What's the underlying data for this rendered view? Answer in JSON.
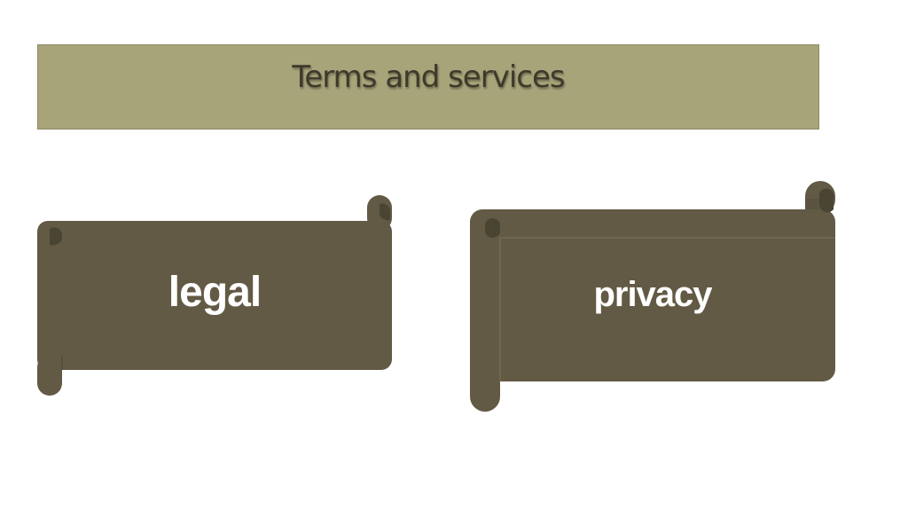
{
  "header": {
    "title": "Terms and services"
  },
  "scrolls": {
    "legal": {
      "label": "legal"
    },
    "privacy": {
      "label": "privacy"
    }
  },
  "colors": {
    "title_bar": "#a8a47a",
    "scroll_fill": "#625a44",
    "scroll_shade": "#4a4433",
    "label": "#ffffff"
  }
}
